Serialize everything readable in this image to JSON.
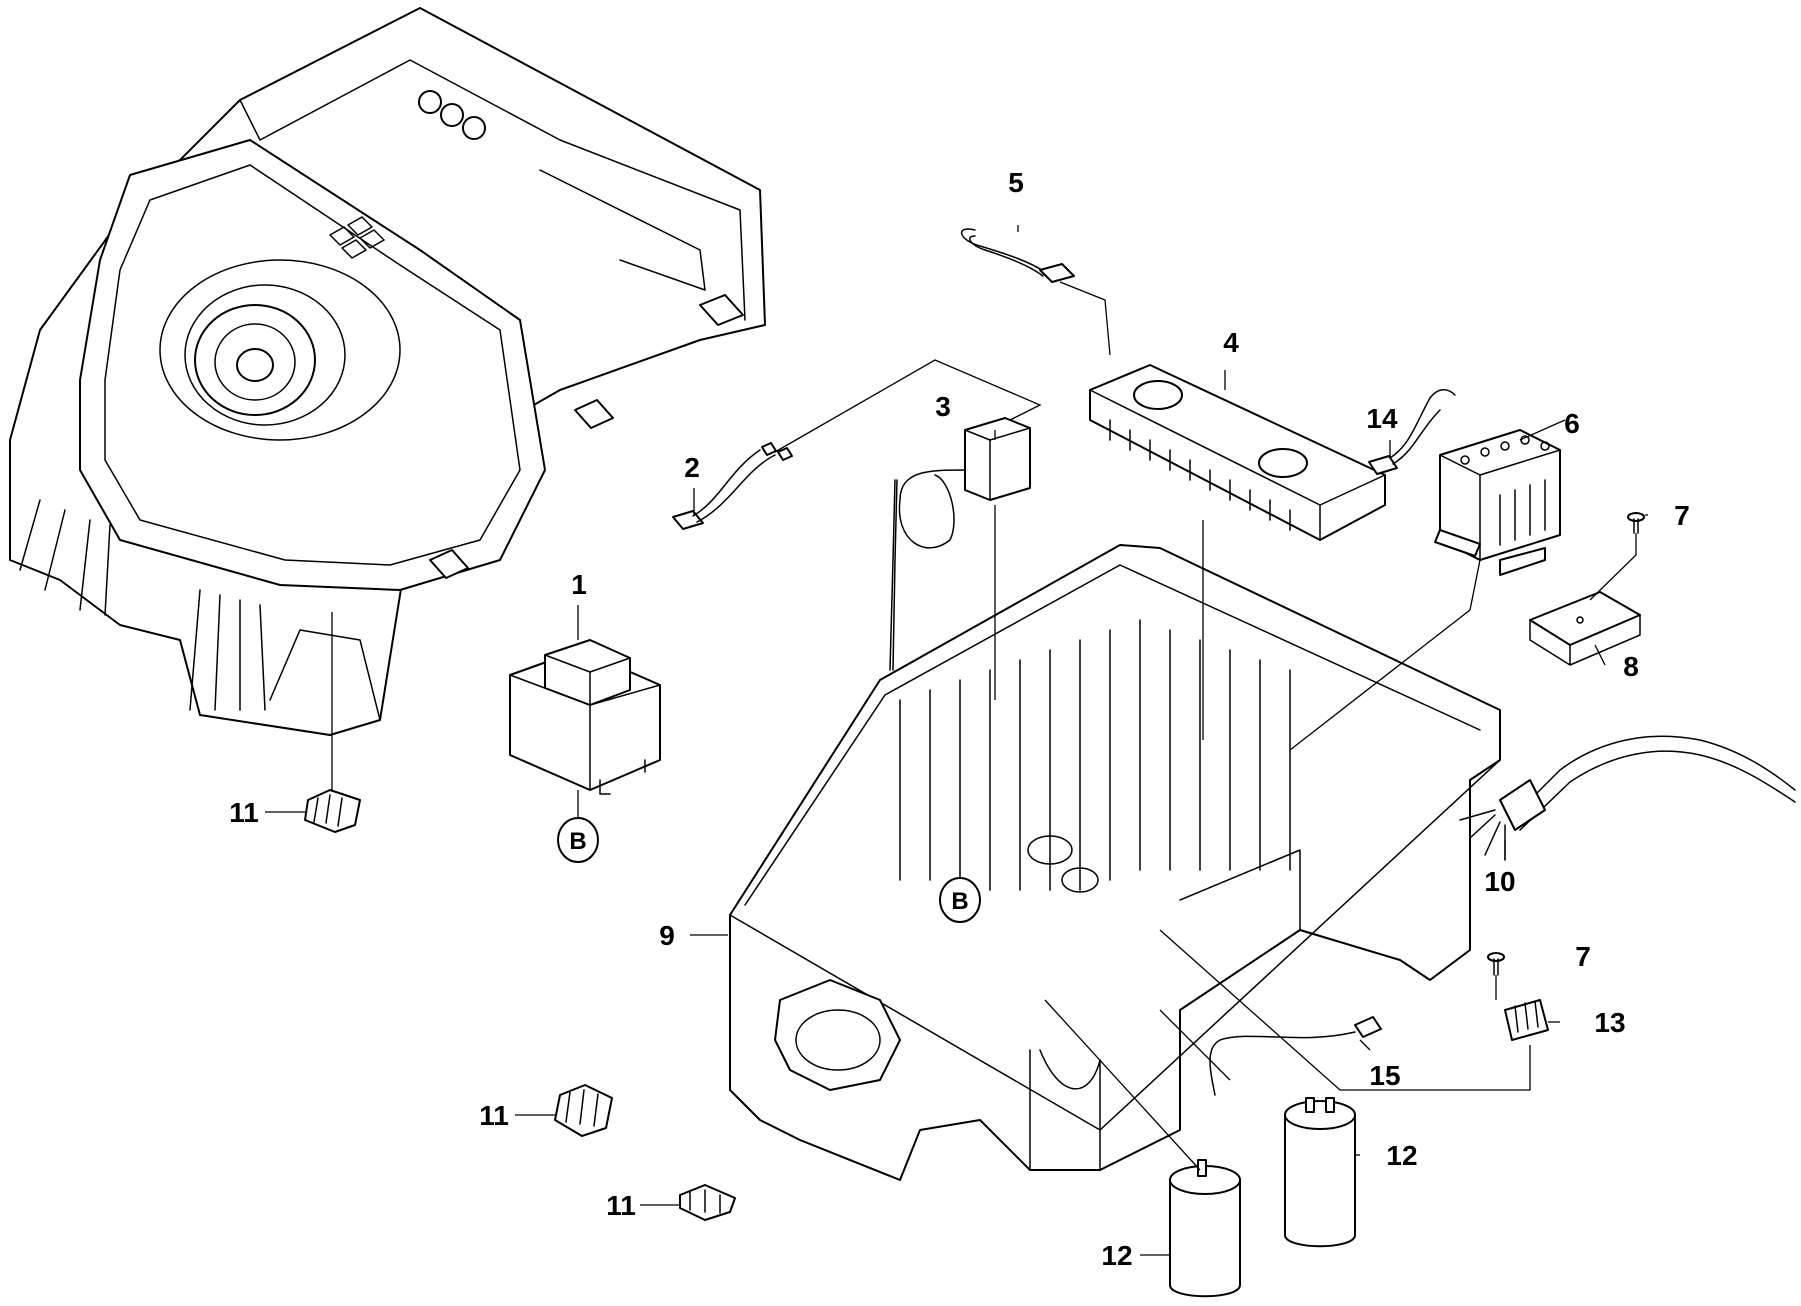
{
  "callouts": {
    "c1": "1",
    "c2": "2",
    "c3": "3",
    "c4": "4",
    "c5": "5",
    "c6": "6",
    "c7a": "7",
    "c7b": "7",
    "c8": "8",
    "c9": "9",
    "c10": "10",
    "c11a": "11",
    "c11b": "11",
    "c11c": "11",
    "c12a": "12",
    "c12b": "12",
    "c13": "13",
    "c14": "14",
    "c15": "15"
  },
  "badges": {
    "transformer_marker": "B",
    "base_marker": "B"
  }
}
